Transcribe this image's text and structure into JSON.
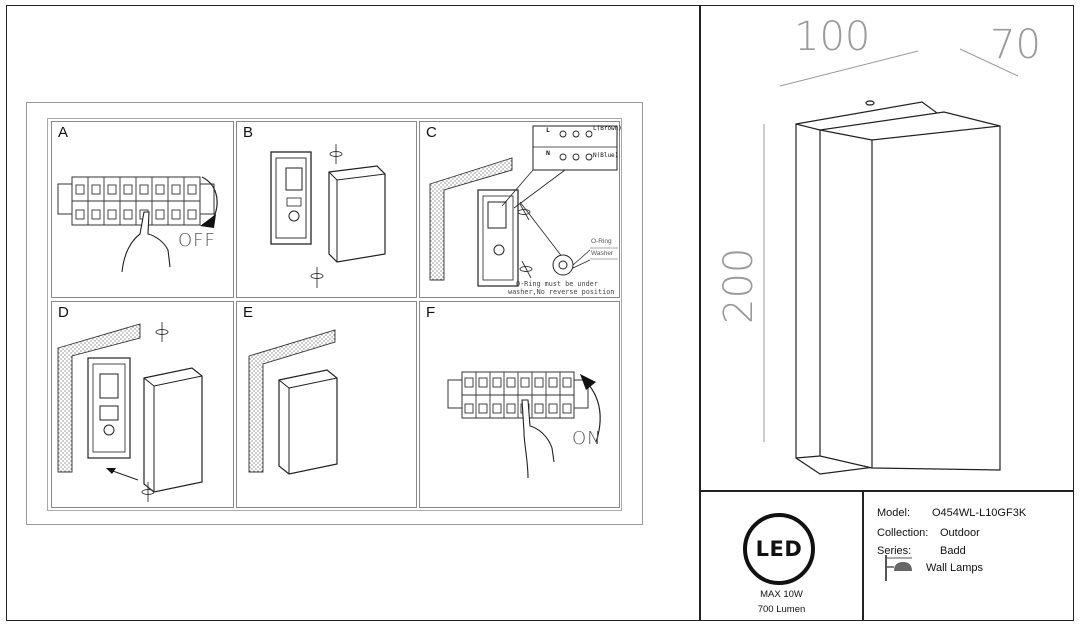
{
  "steps": [
    {
      "letter": "A",
      "off_label": "OFF"
    },
    {
      "letter": "B"
    },
    {
      "letter": "C",
      "wire_l": "L",
      "wire_n": "N",
      "wire_l_color": "L(Brown)",
      "wire_n_color": "N(Blue)",
      "oring": "O-Ring",
      "washer": "Washer",
      "note_line1": "O-Ring must be under",
      "note_line2": "washer,No reverse position"
    },
    {
      "letter": "D"
    },
    {
      "letter": "E"
    },
    {
      "letter": "F",
      "on_label": "ON"
    }
  ],
  "dimensions": {
    "width": "100",
    "depth": "70",
    "height": "200"
  },
  "led": {
    "logo": "LED",
    "power": "MAX 10W",
    "lumen": "700 Lumen"
  },
  "specs": {
    "model_label": "Model:",
    "model_value": "O454WL-L10GF3K",
    "collection_label": "Collection:",
    "collection_value": "Outdoor",
    "series_label": "Series:",
    "series_value": "Badd",
    "category_value": "Wall Lamps"
  }
}
